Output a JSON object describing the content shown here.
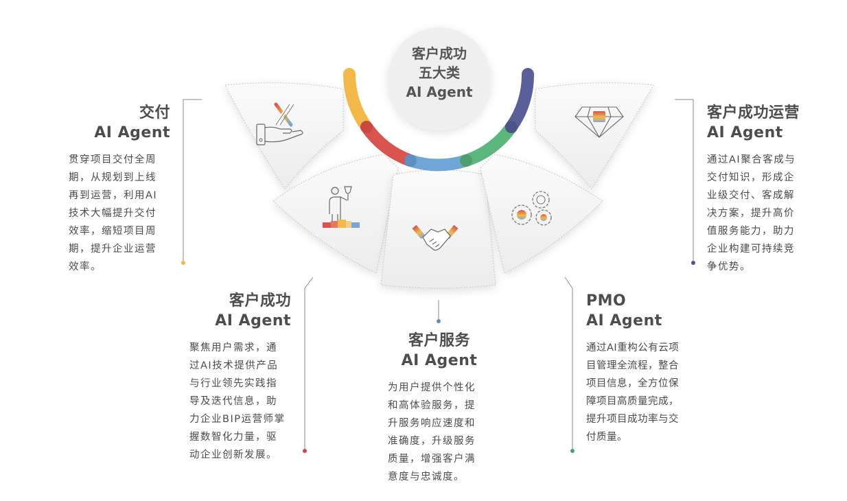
{
  "center": {
    "line1": "客户成功",
    "line2": "五大类",
    "line3": "AI Agent"
  },
  "colors": {
    "delivery": "#f2b94a",
    "customer_success": "#d9534f",
    "customer_service": "#6fa6d6",
    "pmo": "#5bb77e",
    "cs_operations": "#5b5f97",
    "connector_line": "#8a8a8a",
    "panel_fill": "#f1f1f1",
    "text": "#4a4a4a"
  },
  "agents": [
    {
      "id": "delivery",
      "title_line1": "交付",
      "title_line2": "AI Agent",
      "icon": "hand-wrench-icon",
      "description": [
        "贯穿项目交付全周",
        "期，从规划到上线",
        "再到运营，利用AI",
        "技术大幅提升交付",
        "效率，缩短项目周",
        "期，提升企业运营",
        "效率。"
      ]
    },
    {
      "id": "customer_success",
      "title_line1": "客户成功",
      "title_line2": "AI Agent",
      "icon": "podium-trophy-icon",
      "description": [
        "聚焦用户需求，通",
        "过AI技术提供产品",
        "与行业领先实践指",
        "导及迭代信息，助",
        "力企业BIP运营师掌",
        "握数智化力量，驱",
        "动企业创新发展。"
      ]
    },
    {
      "id": "customer_service",
      "title_line1": "客户服务",
      "title_line2": "AI Agent",
      "icon": "handshake-icon",
      "description": [
        "为用户提供个性化",
        "和高体验服务，提",
        "升服务响应速度和",
        "准确度，升级服务",
        "质量，增强客户满",
        "意度与忠诚度。"
      ]
    },
    {
      "id": "pmo",
      "title_line1": "PMO",
      "title_line2": "AI Agent",
      "icon": "gears-icon",
      "description": [
        "通过AI重构公有云项",
        "目管理全流程，整合",
        "项目信息，全方位保",
        "障项目高质量完成，",
        "提升项目成功率与交",
        "付质量。"
      ]
    },
    {
      "id": "cs_operations",
      "title_line1": "客户成功运营",
      "title_line2": "AI Agent",
      "icon": "diamond-icon",
      "description": [
        "通过AI聚合客成与",
        "交付知识，形成企",
        "业级交付、客成解",
        "决方案，提升高价",
        "值服务能力，助力",
        "企业构建可持续竞",
        "争优势。"
      ]
    }
  ]
}
